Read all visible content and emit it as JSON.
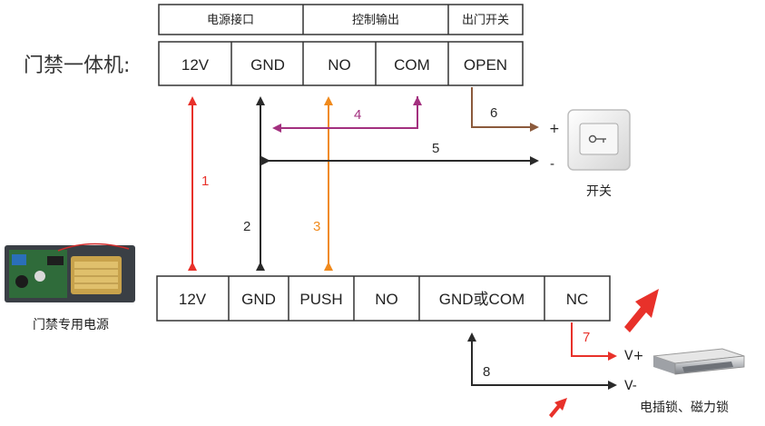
{
  "controller": {
    "label": "门禁一体机:",
    "headers": [
      "电源接口",
      "控制输出",
      "出门开关"
    ],
    "terminals": [
      "12V",
      "GND",
      "NO",
      "COM",
      "OPEN"
    ]
  },
  "power_supply": {
    "label": "门禁专用电源",
    "terminals": [
      "12V",
      "GND",
      "PUSH",
      "NO",
      "GND或COM",
      "NC"
    ]
  },
  "exit_switch": {
    "label": "开关",
    "plus": "+",
    "minus": "-"
  },
  "lock": {
    "label": "电插锁、磁力锁",
    "plus": "V+",
    "minus": "V-"
  },
  "wires": [
    {
      "number": "1",
      "color": "#e8312a"
    },
    {
      "number": "2",
      "color": "#2a2a2a"
    },
    {
      "number": "3",
      "color": "#f08a1d"
    },
    {
      "number": "4",
      "color": "#a3307f"
    },
    {
      "number": "5",
      "color": "#2a2a2a"
    },
    {
      "number": "6",
      "color": "#8b5a3c"
    },
    {
      "number": "7",
      "color": "#e8312a"
    },
    {
      "number": "8",
      "color": "#2a2a2a"
    }
  ],
  "accent_arrow_color": "#e8312a"
}
